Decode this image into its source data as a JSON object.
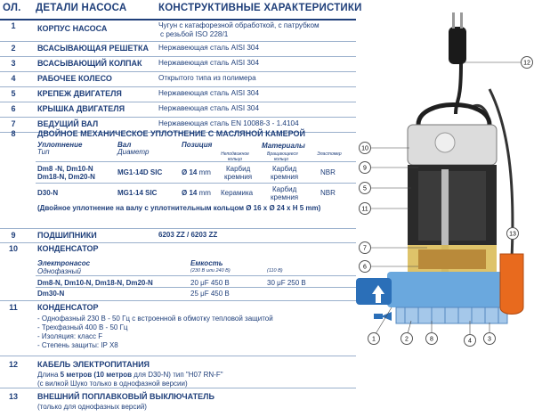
{
  "header": {
    "col_pos": "ОЛ.",
    "col_details": "ДЕТАЛИ НАСОСА",
    "col_specs": "КОНСТРУКТИВНЫЕ ХАРАКТЕРИСТИКИ"
  },
  "parts": [
    {
      "num": "1",
      "name": "КОРПУС НАСОСА",
      "mat1": "Чугун с катафорезной обработкой, с  патрубком",
      "mat2": "с резьбой ISO 228/1"
    },
    {
      "num": "2",
      "name": "ВСАСЫВАЮЩАЯ РЕШЕТКА",
      "mat1": "Нержавеющая сталь AISI 304"
    },
    {
      "num": "3",
      "name": "ВСАСЫВАЮЩИЙ КОЛПАК",
      "mat1": "Нержавеющая сталь AISI 304"
    },
    {
      "num": "4",
      "name": "РАБОЧЕЕ КОЛЕСО",
      "mat1": "Открытого типа из полимера"
    },
    {
      "num": "5",
      "name": "КРЕПЕЖ ДВИГАТЕЛЯ",
      "mat1": "Нержавеющая сталь AISI 304"
    },
    {
      "num": "6",
      "name": "КРЫШКА ДВИГАТЕЛЯ",
      "mat1": "Нержавеющая сталь AISI 304"
    },
    {
      "num": "7",
      "name": "ВЕДУЩИЙ ВАЛ",
      "mat1": "Нержавеющая сталь EN 10088-3 - 1.4104"
    }
  ],
  "seal": {
    "num": "8",
    "title": "ДВОЙНОЕ МЕХАНИЧЕСКОЕ УПЛОТНЕНИЕ С МАСЛЯНОЙ КАМЕРОЙ",
    "h_seal": "Уплотнение",
    "h_type": "Тип",
    "h_shaft": "Вал",
    "h_diam": "Диаметр",
    "h_pos": "Позиция",
    "h_materials": "Материалы",
    "h_fixed": "Неподвижное кольцо",
    "h_rot": "Вращающееся кольцо",
    "h_elast": "Эластомер",
    "r1_models1": "Dm8  -N, Dm10-N",
    "r1_models2": "Dm18-N, Dm20-N",
    "r1_shaft": "MG1-14D SIC",
    "r1_diam": "Ø 14",
    "r1_unit": "mm",
    "r1_fixed1": "Карбид",
    "r1_fixed2": "кремния",
    "r1_rot1": "Карбид",
    "r1_rot2": "кремния",
    "r1_elast": "NBR",
    "r2_models": "D30-N",
    "r2_shaft": "MG1-14 SIC",
    "r2_diam": "Ø 14",
    "r2_unit": "mm",
    "r2_fixed": "Керамика",
    "r2_rot1": "Карбид",
    "r2_rot2": "кремния",
    "r2_elast": "NBR",
    "note": "(Двойное уплотнение на валу с уплотнительным кольцом Ø 16 x Ø 24 x H 5 mm)"
  },
  "bearings": {
    "num": "9",
    "name": "ПОДШИПНИКИ",
    "value": "6203 ZZ / 6203 ZZ"
  },
  "capacitor": {
    "num": "10",
    "name": "КОНДЕНСАТОР",
    "h_pump": "Электронасос",
    "h_single": "Однофазный",
    "h_cap": "Емкость",
    "h_v230": "(230 В или 240 В)",
    "h_v110": "(110 В)",
    "r1_models": "Dm8-N, Dm10-N, Dm18-N, Dm20-N",
    "r1_230": "20 μF 450 В",
    "r1_110": "30 μF 250 В",
    "r2_models": "Dm30-N",
    "r2_230": "25 μF 450 В"
  },
  "motor": {
    "num": "11",
    "name": "КОНДЕНСАТОР",
    "l1": "- Однофазный 230 В - 50 Гц с встроенной в обмотку тепловой защитой",
    "l2": "- Трехфазный 400 В - 50 Гц",
    "l3": "- Изоляция: класс F",
    "l4": "- Степень защиты: IP X8"
  },
  "cable": {
    "num": "12",
    "name": "КАБЕЛЬ ЭЛЕКТРОПИТАНИЯ",
    "l1a": "Длина ",
    "l1b": "5 метров (10 метров",
    "l1c": " для D30-N)  тип \"H07 RN-F\"",
    "l2": "(с вилкой Шуко только в однофазной версии)"
  },
  "float": {
    "num": "13",
    "name": "ВНЕШНИЙ ПОПЛАВКОВЫЙ ВЫКЛЮЧАТЕЛЬ",
    "l1": "(только для однофазных версий)"
  },
  "callouts": [
    "1",
    "2",
    "3",
    "4",
    "5",
    "6",
    "7",
    "8",
    "9",
    "10",
    "11",
    "12",
    "13"
  ],
  "colors": {
    "accent": "#1f3f7a",
    "line": "#9ab0cc",
    "float": "#e86a1e",
    "water": "#4a8fd0"
  }
}
